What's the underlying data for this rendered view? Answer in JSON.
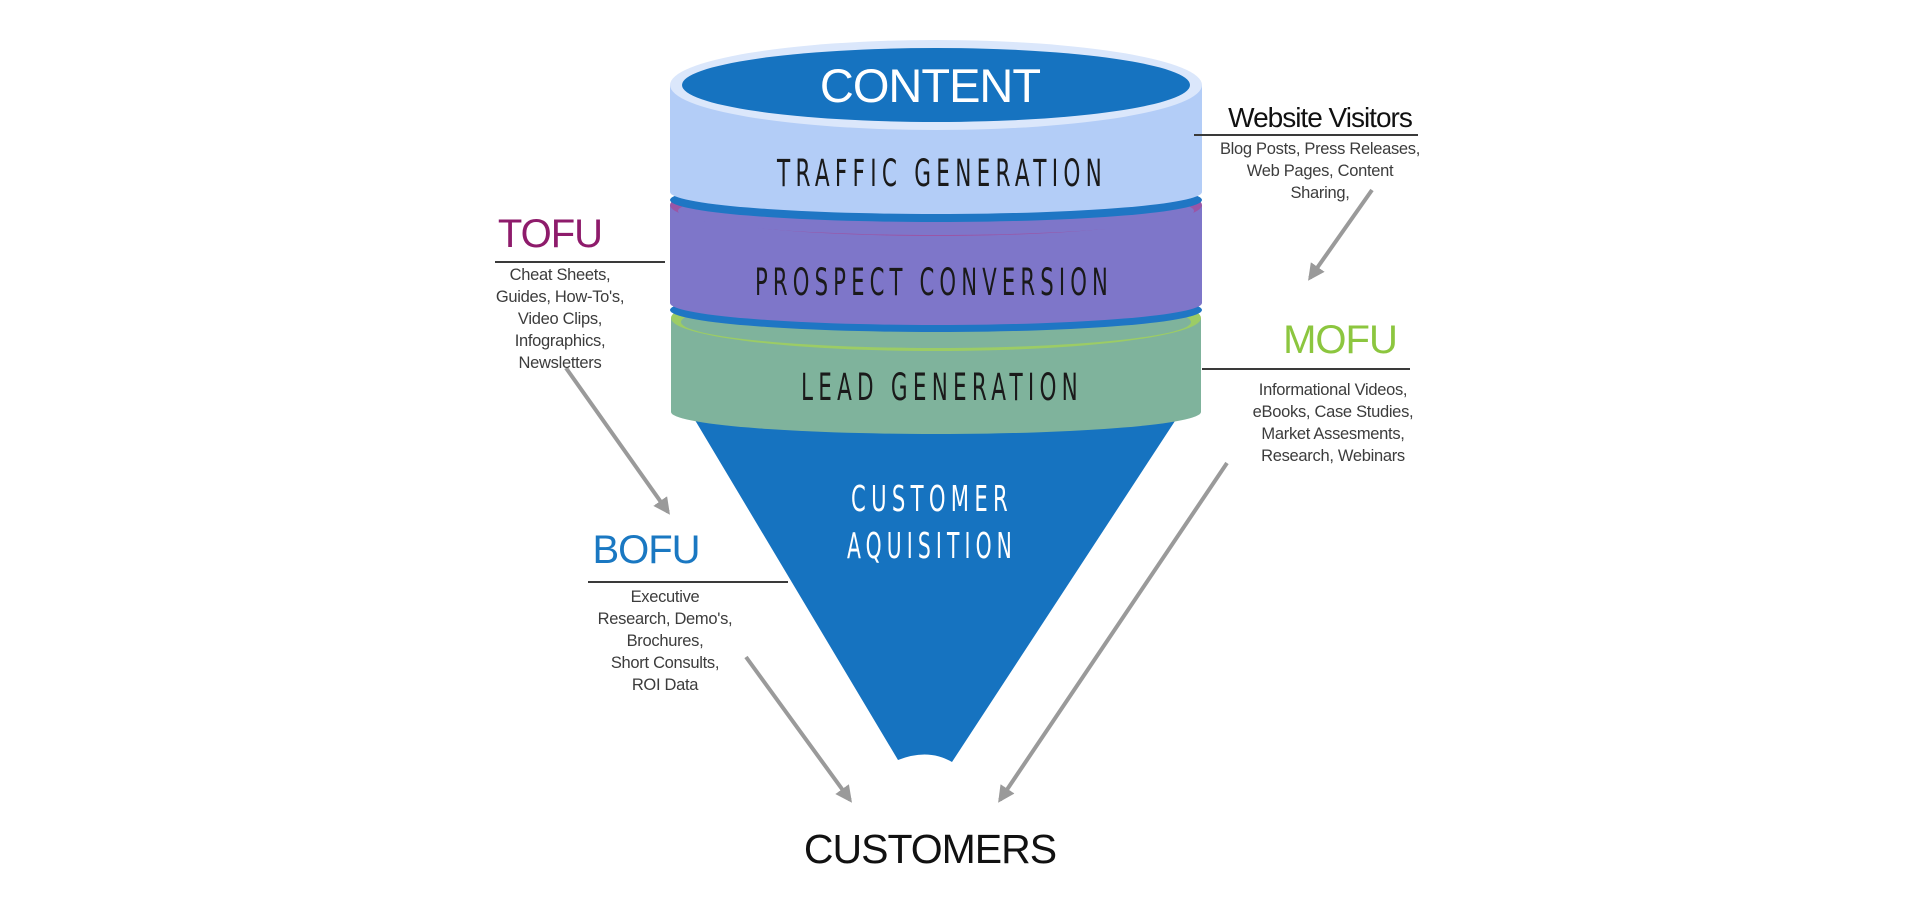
{
  "funnel": {
    "top_label": "CONTENT",
    "bands": [
      {
        "label": "TRAFFIC GENERATION",
        "color": "#b3cdf7"
      },
      {
        "label": "PROSPECT CONVERSION",
        "color": "#7e76c9"
      },
      {
        "label": "LEAD GENERATION",
        "color": "#7fb39c"
      }
    ],
    "cone_label_line1": "CUSTOMER",
    "cone_label_line2": "AQUISITION",
    "cone_color": "#1673c0",
    "bottom_label": "CUSTOMERS"
  },
  "annotations": {
    "website_visitors": {
      "title": "Website Visitors",
      "lines": [
        "Blog Posts, Press Releases,",
        "Web Pages, Content",
        "Sharing,"
      ]
    },
    "tofu": {
      "title": "TOFU",
      "color": "#8e1b6b",
      "lines": [
        "Cheat Sheets,",
        "Guides, How-To's,",
        "Video Clips,",
        "Infographics,",
        "Newsletters"
      ]
    },
    "mofu": {
      "title": "MOFU",
      "color": "#8cc63f",
      "lines": [
        "Informational Videos,",
        "eBooks, Case Studies,",
        "Market Assesments,",
        "Research, Webinars"
      ]
    },
    "bofu": {
      "title": "BOFU",
      "color": "#1a78c2",
      "lines": [
        "Executive",
        "Research, Demo's,",
        "Brochures,",
        "Short Consults,",
        "ROI Data"
      ]
    }
  }
}
